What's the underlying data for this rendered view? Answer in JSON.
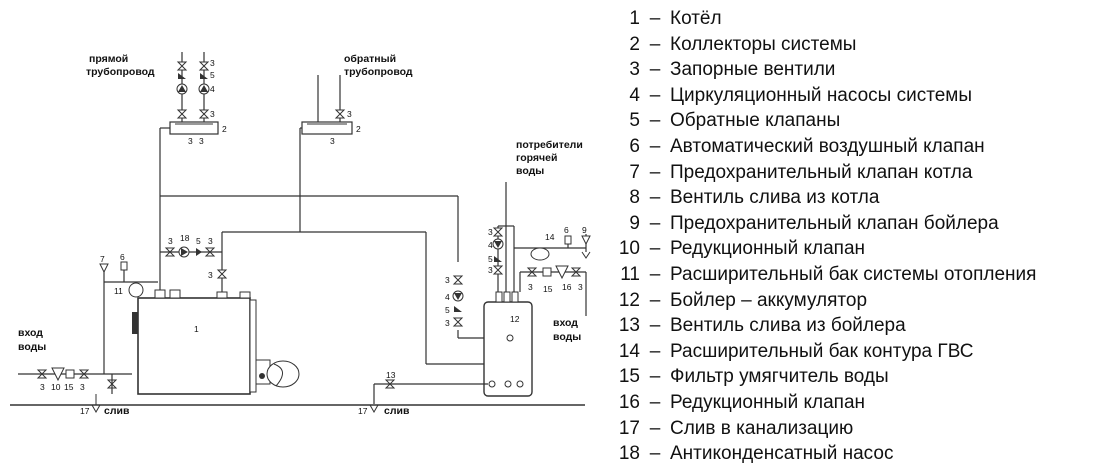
{
  "diagram": {
    "labels": {
      "supply_pipe_1": "прямой",
      "supply_pipe_2": "трубопровод",
      "return_pipe_1": "обратный",
      "return_pipe_2": "трубопровод",
      "consumers_1": "потребители",
      "consumers_2": "горячей",
      "consumers_3": "воды",
      "water_in_left_1": "вход",
      "water_in_left_2": "воды",
      "water_in_right_1": "вход",
      "water_in_right_2": "воды",
      "drain_left": "слив",
      "drain_right": "слив"
    },
    "numbers": {
      "n1": "1",
      "n2": "2",
      "n3": "3",
      "n4": "4",
      "n5": "5",
      "n6": "6",
      "n7": "7",
      "n9": "9",
      "n10": "10",
      "n11": "11",
      "n12": "12",
      "n13": "13",
      "n14": "14",
      "n15": "15",
      "n16": "16",
      "n17": "17",
      "n18": "18"
    }
  },
  "legend": [
    {
      "num": "1",
      "text": "Котёл"
    },
    {
      "num": "2",
      "text": "Коллекторы системы"
    },
    {
      "num": "3",
      "text": "Запорные вентили"
    },
    {
      "num": "4",
      "text": "Циркуляционный насосы системы"
    },
    {
      "num": "5",
      "text": "Обратные клапаны"
    },
    {
      "num": "6",
      "text": "Автоматический воздушный клапан"
    },
    {
      "num": "7",
      "text": "Предохранительный клапан котла"
    },
    {
      "num": "8",
      "text": "Вентиль слива из котла"
    },
    {
      "num": "9",
      "text": "Предохранительный клапан бойлера"
    },
    {
      "num": "10",
      "text": "Редукционный клапан"
    },
    {
      "num": "11",
      "text": "Расширительный бак системы отопления"
    },
    {
      "num": "12",
      "text": "Бойлер – аккумулятор"
    },
    {
      "num": "13",
      "text": "Вентиль слива из бойлера"
    },
    {
      "num": "14",
      "text": "Расширительный бак контура ГВС"
    },
    {
      "num": "15",
      "text": "Фильтр умягчитель воды"
    },
    {
      "num": "16",
      "text": "Редукционный клапан"
    },
    {
      "num": "17",
      "text": "Слив в канализацию"
    },
    {
      "num": "18",
      "text": "Антиконденсатный насос"
    }
  ],
  "legend_separator": "–"
}
